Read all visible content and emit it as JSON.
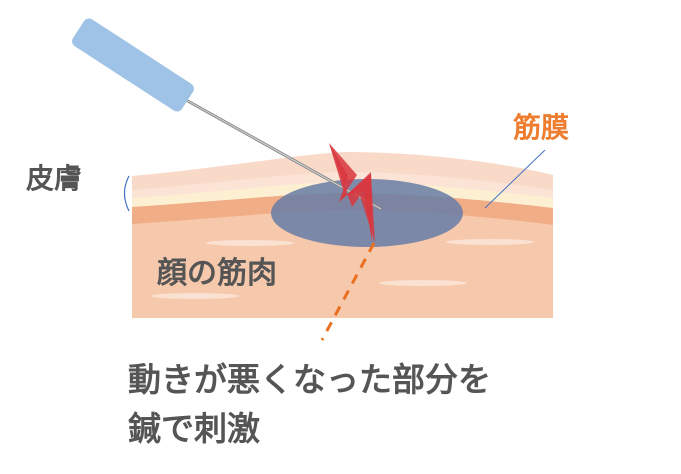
{
  "labels": {
    "skin": "皮膚",
    "fascia": "筋膜",
    "facial_muscle": "顔の筋肉",
    "caption_line1": "動きが悪くなった部分を",
    "caption_line2": "鍼で刺激"
  },
  "colors": {
    "text_gray": "#555555",
    "fascia_label": "#ee7d2f",
    "electrode": "#9fc3e6",
    "lesion": "#6b7ea6",
    "bolt": "#d9363e",
    "dashed_line": "#e8701f",
    "muscle": "#f7c9ac",
    "fascia_band": "#f1ae86",
    "fat_layer": "#fdf0d2",
    "skin": "#f9dac9"
  }
}
